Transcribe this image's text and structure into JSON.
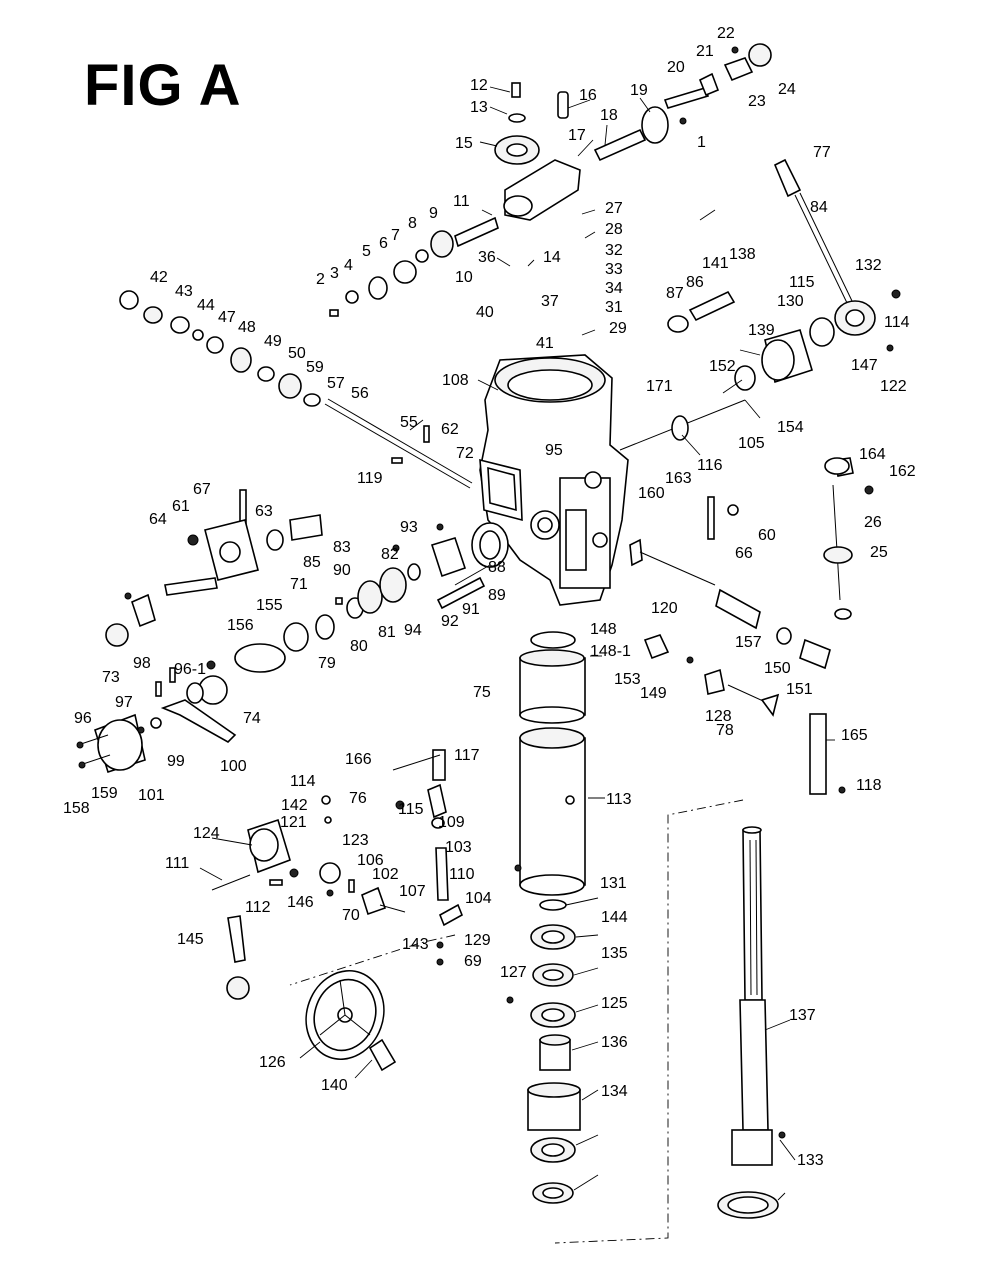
{
  "figure": {
    "title": "FIG A"
  },
  "parts": [
    {
      "id": "12"
    },
    {
      "id": "13"
    },
    {
      "id": "16"
    },
    {
      "id": "15"
    },
    {
      "id": "17"
    },
    {
      "id": "18"
    },
    {
      "id": "19"
    },
    {
      "id": "20"
    },
    {
      "id": "21"
    },
    {
      "id": "22"
    },
    {
      "id": "23"
    },
    {
      "id": "24"
    },
    {
      "id": "1"
    },
    {
      "id": "77"
    },
    {
      "id": "84"
    },
    {
      "id": "11"
    },
    {
      "id": "9"
    },
    {
      "id": "8"
    },
    {
      "id": "7"
    },
    {
      "id": "6"
    },
    {
      "id": "5"
    },
    {
      "id": "4"
    },
    {
      "id": "3"
    },
    {
      "id": "2"
    },
    {
      "id": "10"
    },
    {
      "id": "36"
    },
    {
      "id": "14"
    },
    {
      "id": "27"
    },
    {
      "id": "28"
    },
    {
      "id": "32"
    },
    {
      "id": "33"
    },
    {
      "id": "34"
    },
    {
      "id": "31"
    },
    {
      "id": "29"
    },
    {
      "id": "37"
    },
    {
      "id": "40"
    },
    {
      "id": "41"
    },
    {
      "id": "42"
    },
    {
      "id": "43"
    },
    {
      "id": "44"
    },
    {
      "id": "47"
    },
    {
      "id": "48"
    },
    {
      "id": "49"
    },
    {
      "id": "50"
    },
    {
      "id": "59"
    },
    {
      "id": "57"
    },
    {
      "id": "56"
    },
    {
      "id": "55"
    },
    {
      "id": "62"
    },
    {
      "id": "72"
    },
    {
      "id": "119"
    },
    {
      "id": "108"
    },
    {
      "id": "95"
    },
    {
      "id": "171"
    },
    {
      "id": "87"
    },
    {
      "id": "86"
    },
    {
      "id": "141"
    },
    {
      "id": "138"
    },
    {
      "id": "132"
    },
    {
      "id": "115"
    },
    {
      "id": "130"
    },
    {
      "id": "114"
    },
    {
      "id": "139"
    },
    {
      "id": "147"
    },
    {
      "id": "122"
    },
    {
      "id": "152"
    },
    {
      "id": "154"
    },
    {
      "id": "105"
    },
    {
      "id": "116"
    },
    {
      "id": "163"
    },
    {
      "id": "160"
    },
    {
      "id": "164"
    },
    {
      "id": "162"
    },
    {
      "id": "26"
    },
    {
      "id": "25"
    },
    {
      "id": "60"
    },
    {
      "id": "66"
    },
    {
      "id": "67"
    },
    {
      "id": "61"
    },
    {
      "id": "64"
    },
    {
      "id": "63"
    },
    {
      "id": "85"
    },
    {
      "id": "83"
    },
    {
      "id": "93"
    },
    {
      "id": "82"
    },
    {
      "id": "90"
    },
    {
      "id": "71"
    },
    {
      "id": "88"
    },
    {
      "id": "89"
    },
    {
      "id": "91"
    },
    {
      "id": "92"
    },
    {
      "id": "94"
    },
    {
      "id": "81"
    },
    {
      "id": "80"
    },
    {
      "id": "79"
    },
    {
      "id": "155"
    },
    {
      "id": "156"
    },
    {
      "id": "120"
    },
    {
      "id": "157"
    },
    {
      "id": "150"
    },
    {
      "id": "151"
    },
    {
      "id": "148"
    },
    {
      "id": "148-1"
    },
    {
      "id": "153"
    },
    {
      "id": "149"
    },
    {
      "id": "128"
    },
    {
      "id": "78"
    },
    {
      "id": "75"
    },
    {
      "id": "74"
    },
    {
      "id": "96-1"
    },
    {
      "id": "98"
    },
    {
      "id": "73"
    },
    {
      "id": "97"
    },
    {
      "id": "96"
    },
    {
      "id": "99"
    },
    {
      "id": "100"
    },
    {
      "id": "101"
    },
    {
      "id": "159"
    },
    {
      "id": "158"
    },
    {
      "id": "165"
    },
    {
      "id": "118"
    },
    {
      "id": "166"
    },
    {
      "id": "117"
    },
    {
      "id": "76"
    },
    {
      "id": "115"
    },
    {
      "id": "114"
    },
    {
      "id": "142"
    },
    {
      "id": "121"
    },
    {
      "id": "113"
    },
    {
      "id": "109"
    },
    {
      "id": "123"
    },
    {
      "id": "106"
    },
    {
      "id": "103"
    },
    {
      "id": "124"
    },
    {
      "id": "111"
    },
    {
      "id": "110"
    },
    {
      "id": "102"
    },
    {
      "id": "107"
    },
    {
      "id": "112"
    },
    {
      "id": "146"
    },
    {
      "id": "70"
    },
    {
      "id": "104"
    },
    {
      "id": "131"
    },
    {
      "id": "145"
    },
    {
      "id": "144"
    },
    {
      "id": "143"
    },
    {
      "id": "129"
    },
    {
      "id": "69"
    },
    {
      "id": "135"
    },
    {
      "id": "127"
    },
    {
      "id": "125"
    },
    {
      "id": "137"
    },
    {
      "id": "126"
    },
    {
      "id": "136"
    },
    {
      "id": "140"
    },
    {
      "id": "134"
    },
    {
      "id": "133"
    }
  ]
}
